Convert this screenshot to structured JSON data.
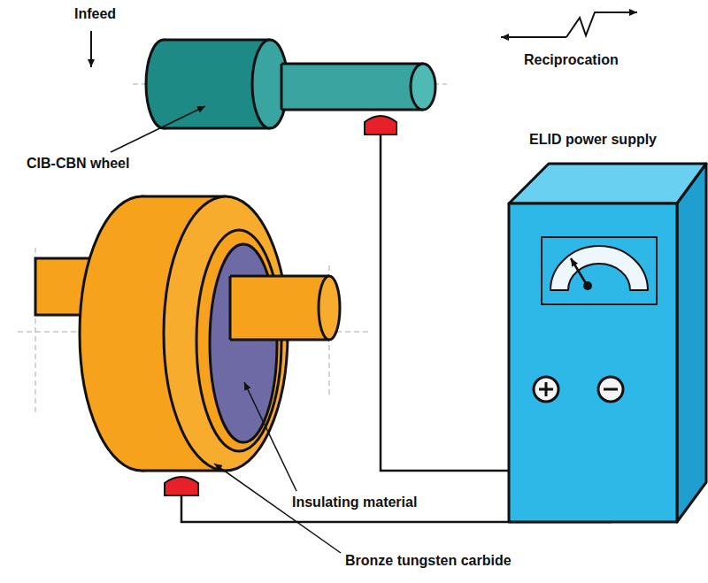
{
  "diagram": {
    "labels": [
      "Infeed",
      "CIB-CBN wheel",
      "Reciprocation",
      "ELID power supply",
      "Insulating material",
      "Bronze tungsten carbide"
    ]
  }
}
